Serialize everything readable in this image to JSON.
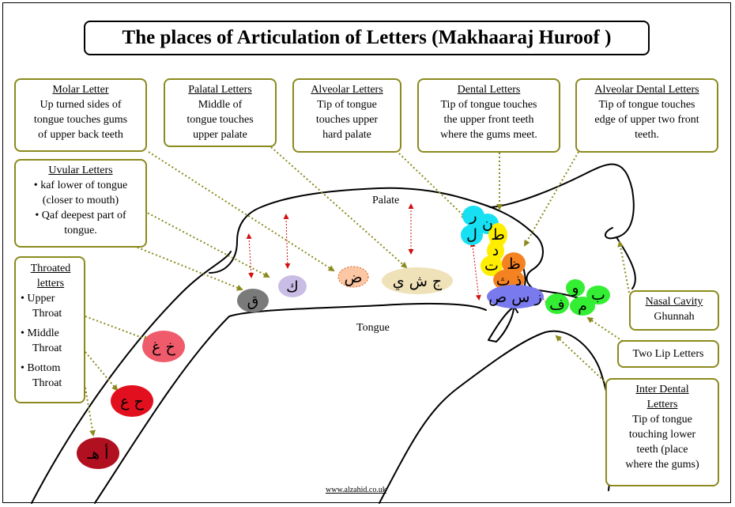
{
  "title": "The places of Articulation of Letters (Makhaaraj Huroof )",
  "boxes": {
    "molar": {
      "heading": "Molar Letter",
      "lines": [
        "Up turned sides of",
        "tongue touches gums",
        "of upper back teeth"
      ]
    },
    "palatal": {
      "heading": "Palatal Letters",
      "lines": [
        "Middle  of",
        "tongue touches",
        "upper palate"
      ]
    },
    "alveolar": {
      "heading": "Alveolar Letters",
      "lines": [
        "Tip of tongue",
        "touches upper",
        "hard palate"
      ]
    },
    "dental": {
      "heading": "Dental Letters",
      "lines": [
        "Tip of tongue touches",
        "the upper front teeth",
        "where the gums meet."
      ]
    },
    "alveolar_dental": {
      "heading": "Alveolar Dental Letters",
      "lines": [
        "Tip of tongue touches",
        "edge of upper two front",
        "teeth."
      ]
    },
    "uvular": {
      "heading": "Uvular Letters",
      "lines": [
        "kaf lower of tongue",
        "(closer to mouth)",
        "Qaf deepest part of",
        "tongue."
      ]
    },
    "throated": {
      "heading": "Throated",
      "heading2": "letters",
      "items": [
        [
          "Upper",
          "Throat"
        ],
        [
          "Middle",
          "Throat"
        ],
        [
          "Bottom",
          "Throat"
        ]
      ]
    },
    "nasal": {
      "heading": "Nasal Cavity",
      "lines": [
        "Ghunnah"
      ]
    },
    "two_lip": {
      "heading": "Two Lip Letters"
    },
    "inter_dental": {
      "heading": "Inter Dental",
      "heading2": "Letters",
      "lines": [
        "Tip of tongue",
        "touching lower",
        "teeth (place",
        "where the gums)"
      ]
    }
  },
  "labels": {
    "palate": "Palate",
    "tongue": "Tongue"
  },
  "letters": {
    "qaf": "ق",
    "kaf": "ك",
    "dad": "ض",
    "jeem_group": "ج ش ي",
    "kha_ghain": "خ غ",
    "ha_ain": "ح ع",
    "alif_ha": "أ هـ",
    "ra": "ر",
    "noon": "ن",
    "lam": "ل",
    "ta_heavy": "ط",
    "dal": "د",
    "ta": "ت",
    "za_heavy": "ظ",
    "dhal_tha": "ذ ث",
    "zay_seen_sad": "ز س ص",
    "waw": "و",
    "ba": "ب",
    "meem": "م",
    "fa": "ف"
  },
  "colors": {
    "box_border": "#8b8a1e",
    "arrow_olive": "#8b8a1e",
    "arrow_red": "#d01010",
    "qaf": "#7a7a7a",
    "kaf": "#c9bde6",
    "dad": "#fcc7a4",
    "jeem_group": "#efe1b8",
    "kha_ghain": "#ef5b6b",
    "ha_ain": "#e2101e",
    "alif_ha": "#b01020",
    "dental_top": "#16e0f2",
    "dental_mid": "#ffee00",
    "alveolar_dental": "#f58220",
    "inter_dental": "#7a7aef",
    "lips": "#33ee33"
  },
  "footer": "www.alzahid.co.uk"
}
